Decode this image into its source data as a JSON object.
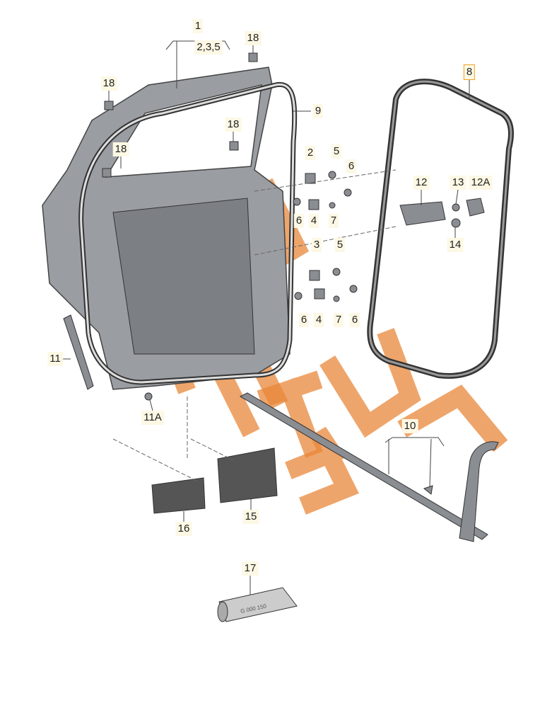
{
  "diagram": {
    "callouts": [
      "1",
      "2,3,5",
      "18",
      "18",
      "18",
      "18",
      "9",
      "8",
      "2",
      "5",
      "6",
      "6",
      "4",
      "7",
      "12",
      "13",
      "12A",
      "14",
      "3",
      "5",
      "6",
      "4",
      "7",
      "6",
      "11",
      "11A",
      "10",
      "16",
      "15",
      "17"
    ],
    "highlighted_callout": "8",
    "tube_marking": "G 000 150",
    "colors": {
      "label_bg": "#fdf8e4",
      "highlight_border": "#f0a020",
      "part_fill": "#8a8d92",
      "watermark": "#e8873a"
    }
  }
}
